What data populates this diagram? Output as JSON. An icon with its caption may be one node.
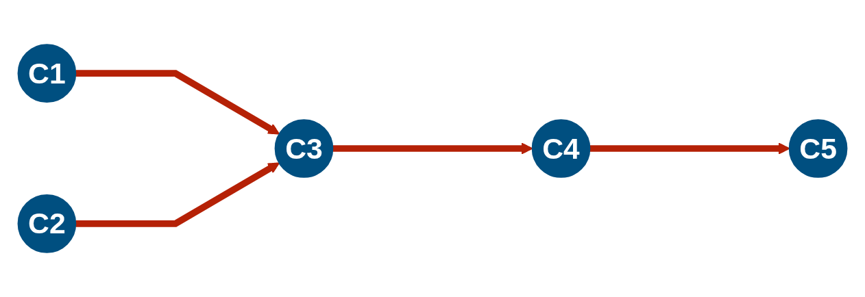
{
  "diagram": {
    "nodes": [
      {
        "text": [
          "C1"
        ]
      },
      {
        "text": [
          "C2"
        ]
      },
      {
        "text": [
          "C3"
        ]
      },
      {
        "text": [
          "C4"
        ]
      },
      {
        "text": [
          "C5"
        ]
      }
    ],
    "edges": [
      {
        "from": 0,
        "to": 2,
        "arrow": "to"
      },
      {
        "from": 1,
        "to": 2,
        "arrow": "to"
      },
      {
        "from": 2,
        "to": 3,
        "arrow": "to"
      },
      {
        "from": 3,
        "to": 4,
        "arrow": "to"
      }
    ]
  }
}
